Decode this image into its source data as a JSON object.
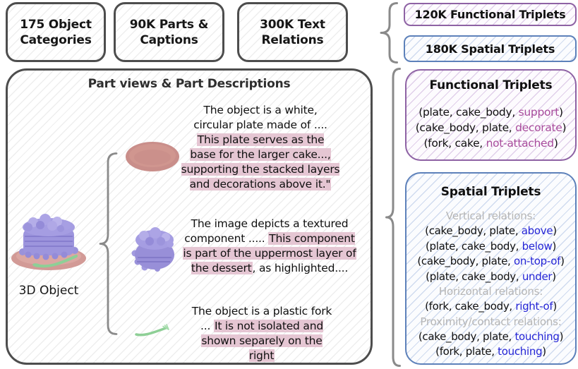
{
  "top_stats": {
    "box1": {
      "line1": "175 Object",
      "line2": "Categories"
    },
    "box2": {
      "line1": "90K Parts &",
      "line2": "Captions"
    },
    "box3": {
      "line1": "300K Text",
      "line2": "Relations"
    }
  },
  "dataset_totals": {
    "functional": "120K Functional Triplets",
    "spatial": "180K Spatial Triplets"
  },
  "main_panel": {
    "title": "Part views & Part Descriptions",
    "object_label": "3D Object",
    "descriptions": [
      {
        "plain_before": "The object is a white,\ncircular plate made of ....\n",
        "highlight": "This plate serves as the\nbase for the larger cake...,\nsupporting the stacked layers\nand decorations above it.\"",
        "plain_after": ""
      },
      {
        "plain_before": "The image depicts a textured\ncomponent ..... ",
        "highlight": "This component\nis part of the uppermost layer of\nthe dessert",
        "plain_after": ", as highlighted...."
      },
      {
        "plain_before": "The object is a plastic fork\n... ",
        "highlight": "It is not isolated and\nshown separely on the\nright",
        "plain_after": ""
      }
    ]
  },
  "functional_box": {
    "title": "Functional Triplets",
    "triplets": [
      {
        "prefix": "(plate, cake_body, ",
        "relation": "support",
        "suffix": ")"
      },
      {
        "prefix": "(cake_body, plate, ",
        "relation": "decorate",
        "suffix": ")"
      },
      {
        "prefix": "(fork, cake, ",
        "relation": "not-attached",
        "suffix": ")"
      }
    ]
  },
  "spatial_box": {
    "title": "Spatial Triplets",
    "groups": [
      {
        "label": "Vertical relations:",
        "items": [
          {
            "prefix": "(cake_body, plate, ",
            "relation": "above",
            "suffix": ")"
          },
          {
            "prefix": "(plate, cake_body, ",
            "relation": "below",
            "suffix": ")"
          },
          {
            "prefix": "(cake_body, plate, ",
            "relation": "on-top-of",
            "suffix": ")"
          },
          {
            "prefix": "(plate, cake_body, ",
            "relation": "under",
            "suffix": ")"
          }
        ]
      },
      {
        "label": "Horizontal relations:",
        "items": [
          {
            "prefix": "(fork, cake_body, ",
            "relation": "right-of",
            "suffix": ")"
          }
        ]
      },
      {
        "label": "Proximity/contact relations:",
        "items": [
          {
            "prefix": "(cake_body, plate, ",
            "relation": "touching",
            "suffix": ")"
          },
          {
            "prefix": "(fork, plate, ",
            "relation": "touching",
            "suffix": ")"
          }
        ]
      }
    ]
  },
  "colors": {
    "outline": "#4d4d4d",
    "functional_accent": "#8e62a4",
    "spatial_accent": "#5d81ba",
    "functional_relation": "#a84c9c",
    "spatial_relation": "#2525d6",
    "highlight": "#e5c6d3",
    "group_label": "#b5b5b5",
    "brace": "#8a8a8a"
  }
}
